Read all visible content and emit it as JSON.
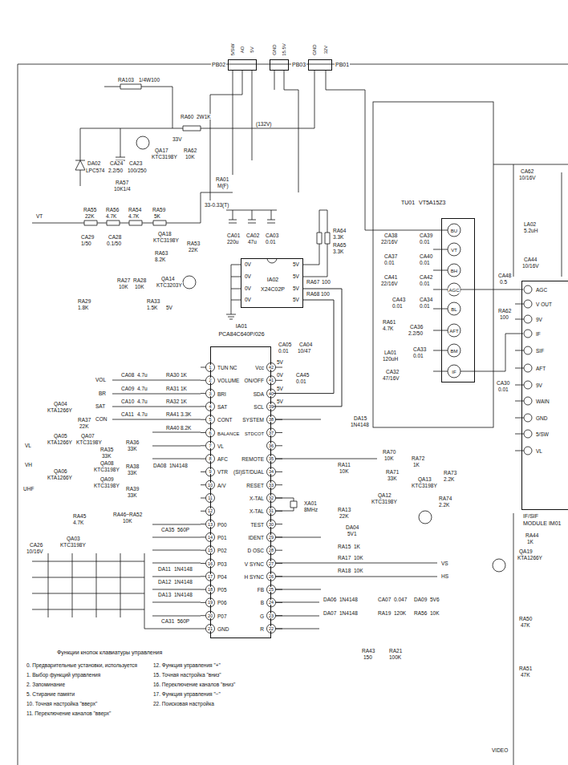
{
  "diagram": {
    "nodes": [
      {
        "text": [
          "PB02"
        ]
      },
      {
        "text": [
          "PB03"
        ]
      },
      {
        "text": [
          "PB01"
        ]
      },
      {
        "text": [
          "IA02",
          "X24C02P"
        ]
      },
      {
        "text": [
          "IA01",
          "PCA84C640P/026",
          "TUN NC",
          "VOLUME",
          "BRI",
          "SAT",
          "CONT",
          "BALANCE",
          "VL",
          "AFC",
          "VTR",
          "A/V",
          "P00",
          "P01",
          "P02",
          "P03",
          "P04",
          "P05",
          "P06",
          "P07",
          "GND",
          "Vcc",
          "ON/OFF",
          "SDA",
          "SCL",
          "SYSTEM",
          "STDCOT",
          "REMOTE",
          "(SI)ST/DUAL",
          "RESET",
          "X-TAL",
          "X-TAL",
          "TEST",
          "IDENT",
          "D OSC",
          "V SYNC",
          "H SYNC",
          "FB",
          "B",
          "G",
          "R"
        ]
      },
      {
        "text": [
          "TU01",
          "VT5A15Z3",
          "BU",
          "VT",
          "BH",
          "AGC",
          "BL",
          "AFT",
          "BM",
          "IF"
        ]
      },
      {
        "text": [
          "AGC",
          "V OUT",
          "9V",
          "IF",
          "SIF",
          "AFT",
          "9V",
          "WAIN",
          "GND",
          "5/SW",
          "VL",
          "IF/SIF",
          "MODULE IM01"
        ]
      }
    ],
    "edges": [
      {
        "from": 3,
        "to": 4,
        "arrow": "none"
      },
      {
        "from": 3,
        "to": 4,
        "arrow": "none"
      }
    ],
    "labels": [
      "1",
      "2",
      "3",
      "4",
      "5",
      "6",
      "7",
      "8",
      "9",
      "10",
      "11",
      "12",
      "13",
      "14",
      "15",
      "16",
      "17",
      "18",
      "19",
      "20",
      "21",
      "42",
      "41",
      "40",
      "39",
      "38",
      "37",
      "36",
      "35",
      "34",
      "33",
      "32",
      "31",
      "30",
      "29",
      "28",
      "27",
      "26",
      "25",
      "24",
      "23",
      "22",
      "5/SW",
      "AO",
      "5V",
      "GND",
      "15.5V",
      "GND",
      "32V",
      "RA103",
      "1/4W100",
      "(132V)",
      "RA60",
      "2W1K",
      "DA02",
      "LPC574",
      "CA24",
      "2.2/50",
      "CA23",
      "100/250",
      "QA17",
      "KTC3198Y",
      "33V",
      "RA62",
      "10K",
      "RA01",
      "M(F)",
      "RA57",
      "10K1/4",
      "VT",
      "RA55",
      "22K",
      "RA56",
      "4.7K",
      "RA54",
      "4.7K",
      "RA59",
      "5K",
      "33-0.33(T)",
      "CA29",
      "1/50",
      "CA28",
      "0.1/50",
      "QA18",
      "KTC3198Y",
      "RA53",
      "22K",
      "RA63",
      "8.2K",
      "QA14",
      "KTC3203Y",
      "CA01",
      "220u",
      "CA02",
      "47u",
      "CA03",
      "0.01",
      "RA64",
      "3.3K",
      "RA65",
      "3.3K",
      "0V",
      "0V",
      "0V",
      "0V",
      "5V",
      "5V",
      "5V",
      "5V",
      "RA67",
      "100",
      "RA68",
      "100",
      "CA05",
      "0.01",
      "CA04",
      "10/47",
      "RA29",
      "1.8K",
      "RA27",
      "10K",
      "RA28",
      "10K",
      "RA33",
      "1.5K",
      "5V",
      "VOL",
      "BR",
      "SAT",
      "CON",
      "CA08",
      "4.7u",
      "RA30",
      "1K",
      "CA09",
      "4.7u",
      "RA31",
      "1K",
      "CA10",
      "4.7u",
      "RA32",
      "1K",
      "RA40",
      "8.2K",
      "CA11",
      "4.7u",
      "RA41",
      "3.3K",
      "QA04",
      "KTA1266Y",
      "RA37",
      "22K",
      "QA07",
      "KTC3198Y",
      "QA05",
      "KTA1266Y",
      "QA06",
      "KTA1266Y",
      "VL",
      "VH",
      "UHF",
      "RA35",
      "33K",
      "RA36",
      "33K",
      "QA08",
      "KTC3198Y",
      "RA38",
      "33K",
      "QA09",
      "KTC3198Y",
      "RA39",
      "33K",
      "DA08",
      "1N4148",
      "RA45",
      "4.7K",
      "QA03",
      "KTC3198Y",
      "CA26",
      "10/16V",
      "RA46~RA52",
      "10K",
      "CA35",
      "560P",
      "DA11",
      "1N4148",
      "DA12",
      "1N4148",
      "DA13",
      "1N4148",
      "CA31",
      "560P",
      "5V",
      "0V",
      "5V",
      "5V",
      "CA45",
      "0.01",
      "DA15",
      "1N4148",
      "RA11",
      "10K",
      "XA01",
      "8MHz",
      "RA13",
      "22K",
      "DA04",
      "5V1",
      "RA70",
      "10K",
      "RA71",
      "33K",
      "RA72",
      "1K",
      "QA13",
      "KTC3198Y",
      "RA73",
      "2.2K",
      "QA12",
      "KTC3198Y",
      "RA74",
      "2.2K",
      "RA15",
      "1K",
      "RA17",
      "10K",
      "RA18",
      "10K",
      "DA06",
      "1N4148",
      "DA07",
      "1N4148",
      "CA07",
      "0.047",
      "RA19",
      "120K",
      "DA09",
      "5V6",
      "RA56",
      "10K",
      "VS",
      "HS",
      "RA43",
      "150",
      "RA21",
      "100K",
      "CA38",
      "22/16V",
      "CA39",
      "0.01",
      "CA37",
      "0.01",
      "CA40",
      "0.01",
      "CA41",
      "22/16V",
      "CA42",
      "0.01",
      "CA43",
      "0.01",
      "CA34",
      "0.01",
      "RA61",
      "4.7K",
      "CA36",
      "2.2/50",
      "LA01",
      "120uH",
      "CA33",
      "0.01",
      "CA32",
      "47/16V",
      "CA48",
      "0.5",
      "RA62",
      "100",
      "CA30",
      "0.01",
      "CA62",
      "10/16V",
      "LA02",
      "5.2uH",
      "CA44",
      "10/16V",
      "RA44",
      "1K",
      "QA19",
      "KTA1266Y",
      "RA50",
      "47K",
      "RA51",
      "47K",
      "VIDEO",
      "Функции кнопок клавиатуры управления",
      "0. Предварительные установки, используется",
      "1. Выбор функций управления",
      "2. Запоминание",
      "5. Стирание памяти",
      "10. Точная настройка \"вверх\"",
      "11. Переключение каналов \"вверх\"",
      "12. Функция управления \"+\"",
      "15. Точная настройка \"вниз\"",
      "16. Переключение каналов \"вниз\"",
      "17. Функция управления \"−\"",
      "22. Поисковая настройка"
    ]
  }
}
